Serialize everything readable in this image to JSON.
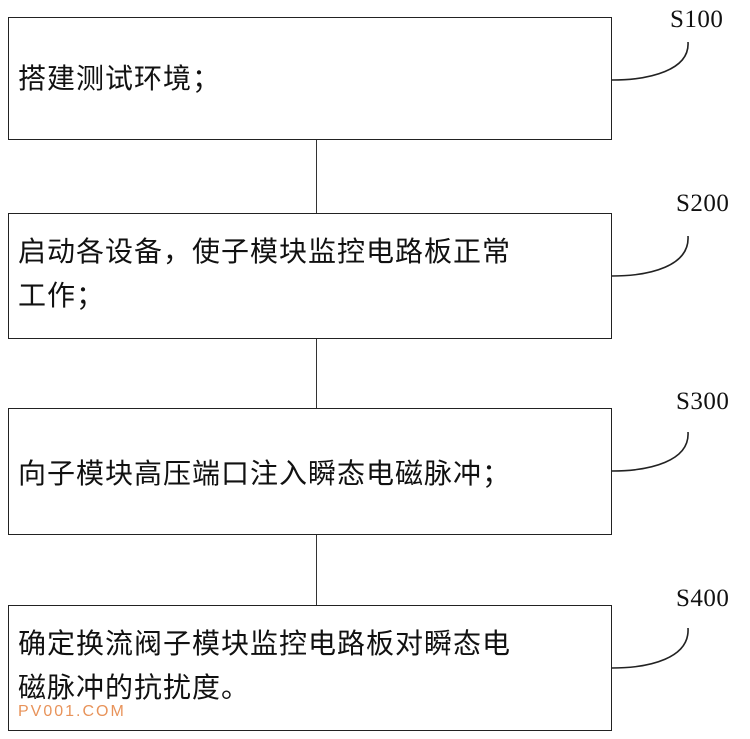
{
  "steps": [
    {
      "label": "S100",
      "text": "搭建测试环境；"
    },
    {
      "label": "S200",
      "text": "启动各设备，使子模块监控电路板正常\n工作；"
    },
    {
      "label": "S300",
      "text": "向子模块高压端口注入瞬态电磁脉冲；"
    },
    {
      "label": "S400",
      "text": "确定换流阀子模块监控电路板对瞬态电\n磁脉冲的抗扰度。"
    }
  ],
  "watermark": "PV001.COM"
}
